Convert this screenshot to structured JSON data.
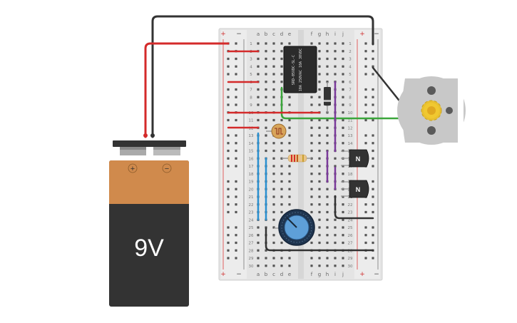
{
  "breadboard": {
    "columns_left": [
      "a",
      "b",
      "c",
      "d",
      "e"
    ],
    "columns_right": [
      "f",
      "g",
      "h",
      "i",
      "j"
    ],
    "rows": [
      "1",
      "2",
      "3",
      "4",
      "5",
      "6",
      "7",
      "8",
      "9",
      "10",
      "11",
      "12",
      "13",
      "14",
      "15",
      "16",
      "17",
      "18",
      "19",
      "20",
      "21",
      "22",
      "23",
      "24",
      "25",
      "26",
      "27",
      "28",
      "29",
      "30"
    ],
    "rail_plus": "+",
    "rail_minus": "−"
  },
  "battery": {
    "label": "9V",
    "plus": "+",
    "minus": "−",
    "colors": {
      "top": "#d08a4c",
      "body": "#333333"
    }
  },
  "relay": {
    "text_lines": [
      "SRD-05VDC-SL-C",
      "10A 250VAC",
      "10A 30VDC"
    ],
    "text_line_1": "SRD-05VDC-SL-C",
    "text_line_2": "10A 250VAC 10A 30VDC"
  },
  "transistor_1": {
    "label": "N"
  },
  "transistor_2": {
    "label": "N"
  },
  "wire_colors": {
    "red": "#d42a2a",
    "black": "#333333",
    "green": "#3aa63a",
    "blue": "#2a90d0",
    "purple": "#7a3a9a"
  }
}
